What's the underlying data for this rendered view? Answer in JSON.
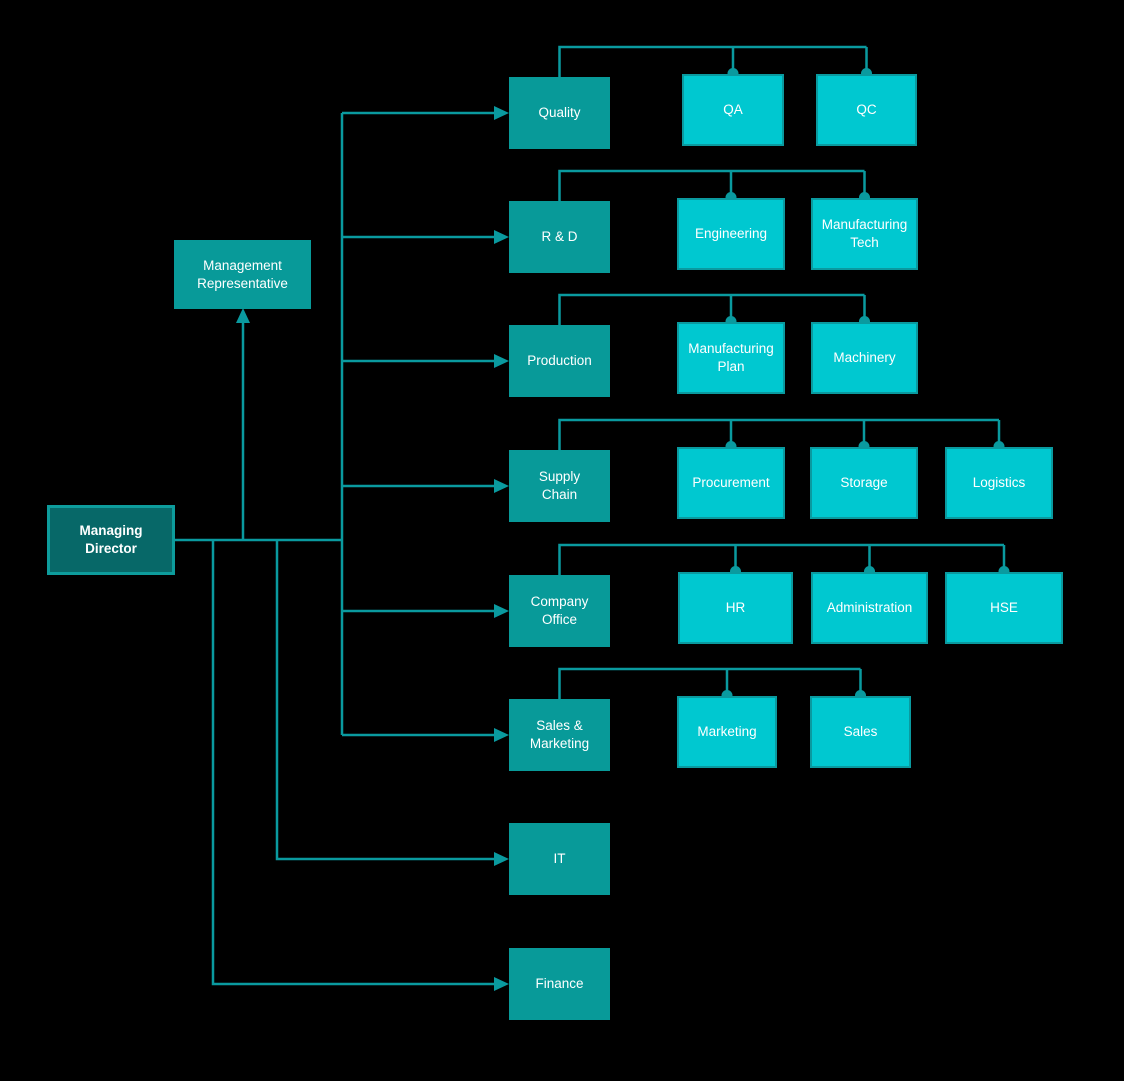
{
  "org": {
    "root": {
      "label": "Managing Director"
    },
    "staff": {
      "label": "Management Representative"
    },
    "departments": [
      {
        "label": "Quality",
        "children": [
          {
            "label": "QA"
          },
          {
            "label": "QC"
          }
        ]
      },
      {
        "label": "R & D",
        "children": [
          {
            "label": "Engineering"
          },
          {
            "label": "Manufacturing Tech"
          }
        ]
      },
      {
        "label": "Production",
        "children": [
          {
            "label": "Manufacturing Plan"
          },
          {
            "label": "Machinery"
          }
        ]
      },
      {
        "label": "Supply Chain",
        "children": [
          {
            "label": "Procurement"
          },
          {
            "label": "Storage"
          },
          {
            "label": "Logistics"
          }
        ]
      },
      {
        "label": "Company Office",
        "children": [
          {
            "label": "HR"
          },
          {
            "label": "Administration"
          },
          {
            "label": "HSE"
          }
        ]
      },
      {
        "label": "Sales & Marketing",
        "children": [
          {
            "label": "Marketing"
          },
          {
            "label": "Sales"
          }
        ]
      },
      {
        "label": "IT",
        "children": []
      },
      {
        "label": "Finance",
        "children": []
      }
    ]
  },
  "colors": {
    "background": "#000000",
    "connector": "#0a9a9f",
    "department_fill": "#089a99",
    "child_fill": "#00c8d0",
    "child_border": "#0a9a9f",
    "root_fill": "#076868",
    "root_border": "#0d9c9c",
    "text": "#ffffff"
  }
}
